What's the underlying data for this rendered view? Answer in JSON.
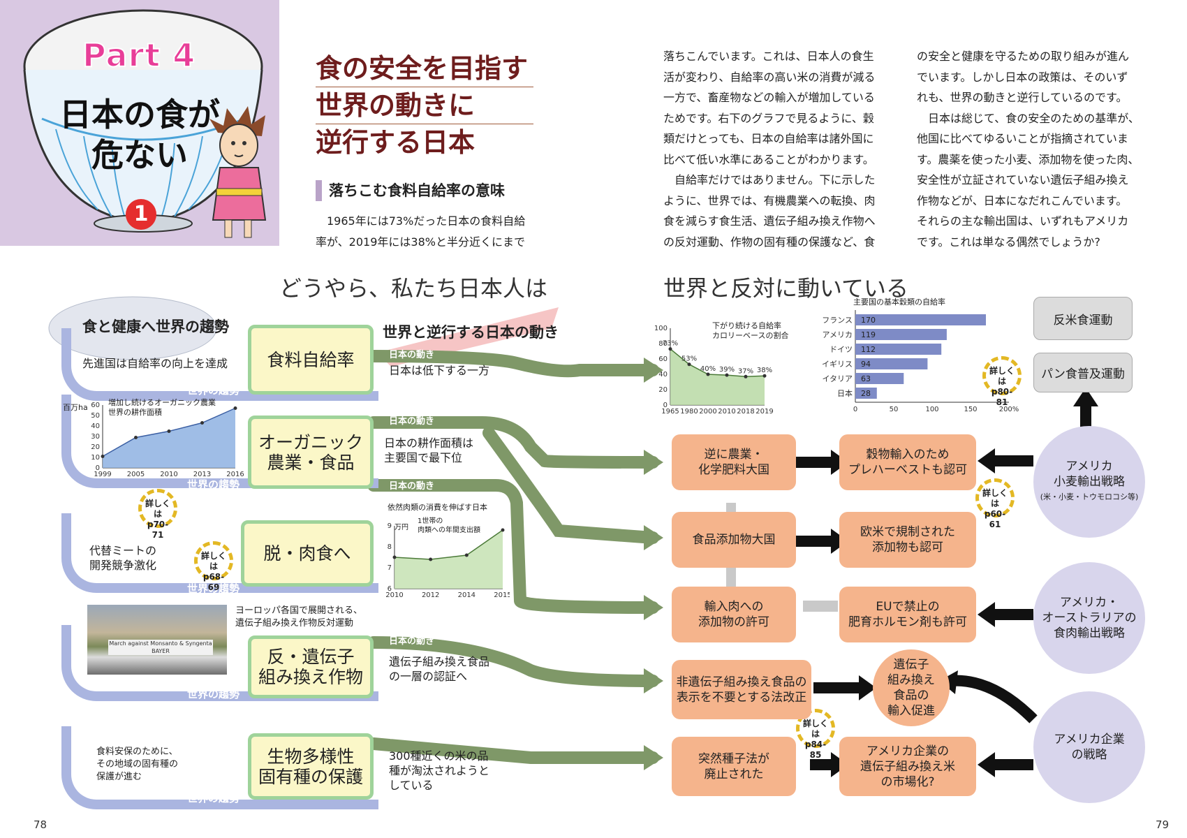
{
  "header": {
    "part_label": "Part 4",
    "part_title_line1": "日本の食が",
    "part_title_line2": "危ない",
    "part_number": "1"
  },
  "article": {
    "title_lines": [
      "食の安全を目指す",
      "世界の動きに",
      "逆行する日本"
    ],
    "subhead": "落ちこむ食料自給率の意味",
    "col1": [
      "1965年には73%だった日本の食料自給",
      "率が、2019年には38%と半分近くにまで"
    ],
    "col2": [
      "落ちこんでいます。これは、日本人の食生",
      "活が変わり、自給率の高い米の消費が減る",
      "一方で、畜産物などの輸入が増加している",
      "ためです。右下のグラフで見るように、穀",
      "類だけとっても、日本の自給率は諸外国に",
      "比べて低い水準にあることがわかります。",
      "　自給率だけではありません。下に示した",
      "ように、世界では、有機農業への転換、肉",
      "食を減らす食生活、遺伝子組み換え作物へ",
      "の反対運動、作物の固有種の保護など、食"
    ],
    "col3": [
      "の安全と健康を守るための取り組みが進ん",
      "でいます。しかし日本の政策は、そのいず",
      "れも、世界の動きと逆行しているのです。",
      "　日本は総じて、食の安全のための基準が、",
      "他国に比べてゆるいことが指摘されていま",
      "す。農薬を使った小麦、添加物を使った肉、",
      "安全性が立証されていない遺伝子組み換え",
      "作物などが、日本になだれこんでいます。",
      "それらの主な輸出国は、いずれもアメリカ",
      "です。これは単なる偶然でしょうか?"
    ]
  },
  "banner": {
    "left": "どうやら、私たち日本人は",
    "right": "世界と反対に動いている"
  },
  "left_flow": {
    "world_trend_header": "食と健康へ世界の趨勢",
    "japan_trend_header": "世界と逆行する日本の動き",
    "world_label": "世界の趨勢",
    "japan_label": "日本の動き",
    "rows": [
      {
        "topic": "食料自給率",
        "world": "先進国は自給率の向上を達成",
        "japan": "日本は低下する一方"
      },
      {
        "topic": "オーガニック\n農業・食品",
        "world": "",
        "japan": "日本の耕作面積は\n主要国で最下位"
      },
      {
        "topic": "脱・肉食へ",
        "world": "代替ミートの\n開発競争激化",
        "japan": ""
      },
      {
        "topic": "反・遺伝子\n組み換え作物",
        "world": "",
        "japan": "遺伝子組み換え食品\nの一層の認証へ"
      },
      {
        "topic": "生物多様性\n固有種の保護",
        "world": "食料安保のために、\nその地域の固有種の\n保護が進む",
        "japan": "300種近くの米の品\n種が淘汰されようと\nしている"
      }
    ],
    "photo_caption": "ヨーロッパ各国で展開される、\n遺伝子組み換え作物反対運動",
    "photo_banner_text": "March against Monsanto & Syngenta BAYER"
  },
  "badges": {
    "p70": "詳しくは\np70-71",
    "p68": "詳しくは\np68-69",
    "p80": "詳しくは\np80-81",
    "p60": "詳しくは\np60-61",
    "p84": "詳しくは\np84-85"
  },
  "right_flow": {
    "boxes": [
      "逆に農業・\n化学肥料大国",
      "穀物輸入のため\nプレハーベストも認可",
      "食品添加物大国",
      "欧米で規制された\n添加物も認可",
      "輸入肉への\n添加物の許可",
      "EUで禁止の\n肥育ホルモン剤も許可",
      "非遺伝子組み換え食品の\n表示を不要とする法改正",
      "遺伝子\n組み換え\n食品の\n輸入促進",
      "突然種子法が\n廃止された",
      "アメリカ企業の\n遺伝子組み換え米\nの市場化?"
    ],
    "gray": [
      "反米食運動",
      "パン食普及運動"
    ],
    "circles": [
      {
        "title": "アメリカ\n小麦輸出戦略",
        "sub": "(米・小麦・トウモロコシ等)"
      },
      {
        "title": "アメリカ・\nオーストラリアの\n食肉輸出戦略",
        "sub": ""
      },
      {
        "title": "アメリカ企業\nの戦略",
        "sub": ""
      }
    ]
  },
  "chart_data": [
    {
      "type": "line",
      "title": "下がり続ける自給率\nカロリーベースの割合",
      "x": [
        "1965",
        "1980",
        "2000",
        "2010",
        "2018",
        "2019"
      ],
      "values": [
        73,
        53,
        40,
        39,
        37,
        38
      ],
      "labels": [
        "73%",
        "53%",
        "40%",
        "39%",
        "37%",
        "38%"
      ],
      "yticks": [
        "0",
        "20",
        "40",
        "60",
        "80",
        "100"
      ],
      "ylim": [
        0,
        100
      ]
    },
    {
      "type": "bar",
      "title": "主要国の基本穀類の自給率",
      "categories": [
        "フランス",
        "アメリカ",
        "ドイツ",
        "イギリス",
        "イタリア",
        "日本"
      ],
      "values": [
        170,
        119,
        112,
        94,
        63,
        28
      ],
      "xticks": [
        "0",
        "50",
        "100",
        "150",
        "200%"
      ],
      "xlim": [
        0,
        200
      ]
    },
    {
      "type": "area",
      "title": "増加し続けるオーガニック農業\n世界の耕作面積",
      "unit": "百万ha",
      "x": [
        "1999",
        "2005",
        "2010",
        "2013",
        "2016"
      ],
      "values": [
        11,
        29,
        35,
        43,
        57
      ],
      "yticks": [
        "0",
        "10",
        "20",
        "30",
        "40",
        "50",
        "60"
      ],
      "ylim": [
        0,
        60
      ]
    },
    {
      "type": "area",
      "title": "依然肉類の消費を伸ばす日本",
      "subtitle": "1世帯の\n肉類への年間支出額",
      "unit": "万円",
      "x": [
        "2010",
        "2012",
        "2014",
        "2015"
      ],
      "values": [
        7.5,
        7.4,
        7.6,
        8.8
      ],
      "yticks": [
        "6",
        "7",
        "8",
        "9"
      ],
      "ylim": [
        6,
        9
      ]
    }
  ],
  "page_numbers": {
    "left": "78",
    "right": "79"
  }
}
